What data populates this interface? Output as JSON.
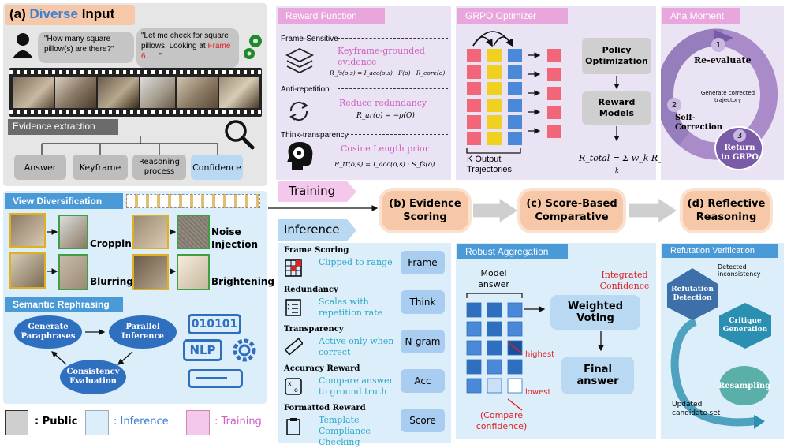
{
  "input": {
    "title_prefix": "(a)",
    "title_word1": "Diverse",
    "title_word2": "Input",
    "q_bubble": "\"How many square pillow(s) are there?\"",
    "a_bubble_1": "\"Let me check for square pillows. Looking at ",
    "a_bubble_frame": "Frame 6......",
    "a_bubble_2": "\"",
    "evidence_label": "Evidence extraction",
    "boxes": [
      "Answer",
      "Keyframe",
      "Reasoning process",
      "Confidence"
    ]
  },
  "view": {
    "title": "View Diversification",
    "cropping": "Cropping",
    "blurring": "Blurring",
    "noise": "Noise Injection",
    "bright": "Brightening"
  },
  "semantic": {
    "title": "Semantic Rephrasing",
    "gen": "Generate Paraphrases",
    "par": "Parallel Inference",
    "cons": "Consistency Evaluation",
    "binary": "010101",
    "nlp": "NLP"
  },
  "legend": {
    "colon1": ": Public",
    "colon2": ": Inference",
    "colon3": ": Training"
  },
  "reward": {
    "title": "Reward Function",
    "frame_sensitive": "Frame-Sensitive",
    "kg_title": "Keyframe-grounded evidence",
    "kg_formula": "R_fs(o,s) = I_acc(o,s) · F(o) · R_core(o)",
    "anti": "Anti-repetition",
    "rr_title": "Reduce redundancy",
    "rr_formula": "R_ar(o) = −ρ(O)",
    "think": "Think-transparency",
    "cl_title": "Cosine Length prior",
    "cl_formula": "R_tt(o,s) = I_acc(o,s) · S_fs(o)"
  },
  "grpo": {
    "title": "GRPO Optimizer",
    "k_output": "K Output Trajectories",
    "policy": "Policy Optimization",
    "models": "Reward Models",
    "total": "R_total = Σ w_k R_k",
    "k_sub": "k"
  },
  "aha": {
    "title": "Aha Moment",
    "n1": "1",
    "n2": "2",
    "n3": "3",
    "reeval": "Re-evaluate",
    "gen": "Generate corrected trajectory",
    "self": "Self-Correction",
    "ret": "Return to GRPO"
  },
  "flow": {
    "training": "Training",
    "inference": "Inference",
    "b": "(b) Evidence Scoring",
    "c": "(c) Score-Based Comparative",
    "d": "(d) Reflective Reasoning"
  },
  "scoring": {
    "items": [
      {
        "head": "Frame Scoring",
        "desc": "Clipped to range",
        "tag": "Frame",
        "icon": "grid-icon"
      },
      {
        "head": "Redundancy",
        "desc": "Scales with repetition rate",
        "tag": "Think",
        "icon": "checklist-icon"
      },
      {
        "head": "Transparency",
        "desc": "Active only when correct",
        "tag": "N-gram",
        "icon": "ruler-icon"
      },
      {
        "head": "Accuracy Reward",
        "desc": "Compare answer to ground truth",
        "tag": "Acc",
        "icon": "compare-icon"
      },
      {
        "head": "Formatted Reward",
        "desc": "Template Compliance Checking",
        "tag": "Score",
        "icon": "clipboard-icon"
      }
    ]
  },
  "robust": {
    "title": "Robust Aggregation",
    "model_answer": "Model answer",
    "integrated": "Integrated Confidence",
    "weighted": "Weighted Voting",
    "final": "Final answer",
    "highest": "highest",
    "lowest": "lowest",
    "compare": "(Compare confidence)"
  },
  "refute": {
    "title": "Refutation Verification",
    "detected": "Detected inconsistency",
    "detection": "Refutation Detection",
    "critique": "Critique Generation",
    "resampling": "Resampling",
    "updated": "Updated candidate set"
  },
  "colors": {
    "pink": "#e8a6dd",
    "blue": "#5aa8e0",
    "lavender": "#eae3f4",
    "orange": "#f7c8a8",
    "teal": "#2aa9c9",
    "navy": "#2f5e9a"
  }
}
